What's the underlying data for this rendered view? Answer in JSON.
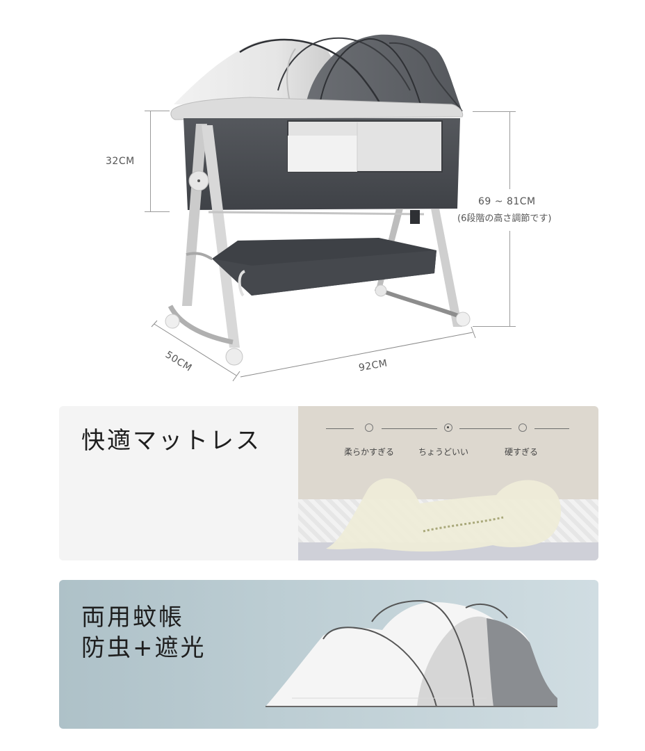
{
  "product_diagram": {
    "subject": "bedside bassinet with canopy and storage basket",
    "dimensions": {
      "bed_depth": "32CM",
      "height_range": "69 ~ 81CM",
      "height_note": "(6段階の高さ調節です)",
      "width": "50CM",
      "length": "92CM"
    }
  },
  "features": [
    {
      "title": "快適マットレス",
      "firmness_scale": {
        "options": [
          {
            "label": "柔らかすぎる",
            "selected": false
          },
          {
            "label": "ちょうどいい",
            "selected": true
          },
          {
            "label": "硬すぎる",
            "selected": false
          }
        ]
      },
      "illustration": "baby lying on mattress with spine aligned"
    },
    {
      "title_lines": [
        "両用蚊帳",
        "防虫+遮光"
      ],
      "illustration": "canopy with mosquito net and shade cover"
    }
  ],
  "colors": {
    "fabric": "#4a4d52",
    "frame": "#c9c9c9",
    "mattress_panel_bg": "#f4f4f4",
    "mattress_visual_bg": "#ddd8cf",
    "net_panel_bg": "#bccdd3"
  }
}
